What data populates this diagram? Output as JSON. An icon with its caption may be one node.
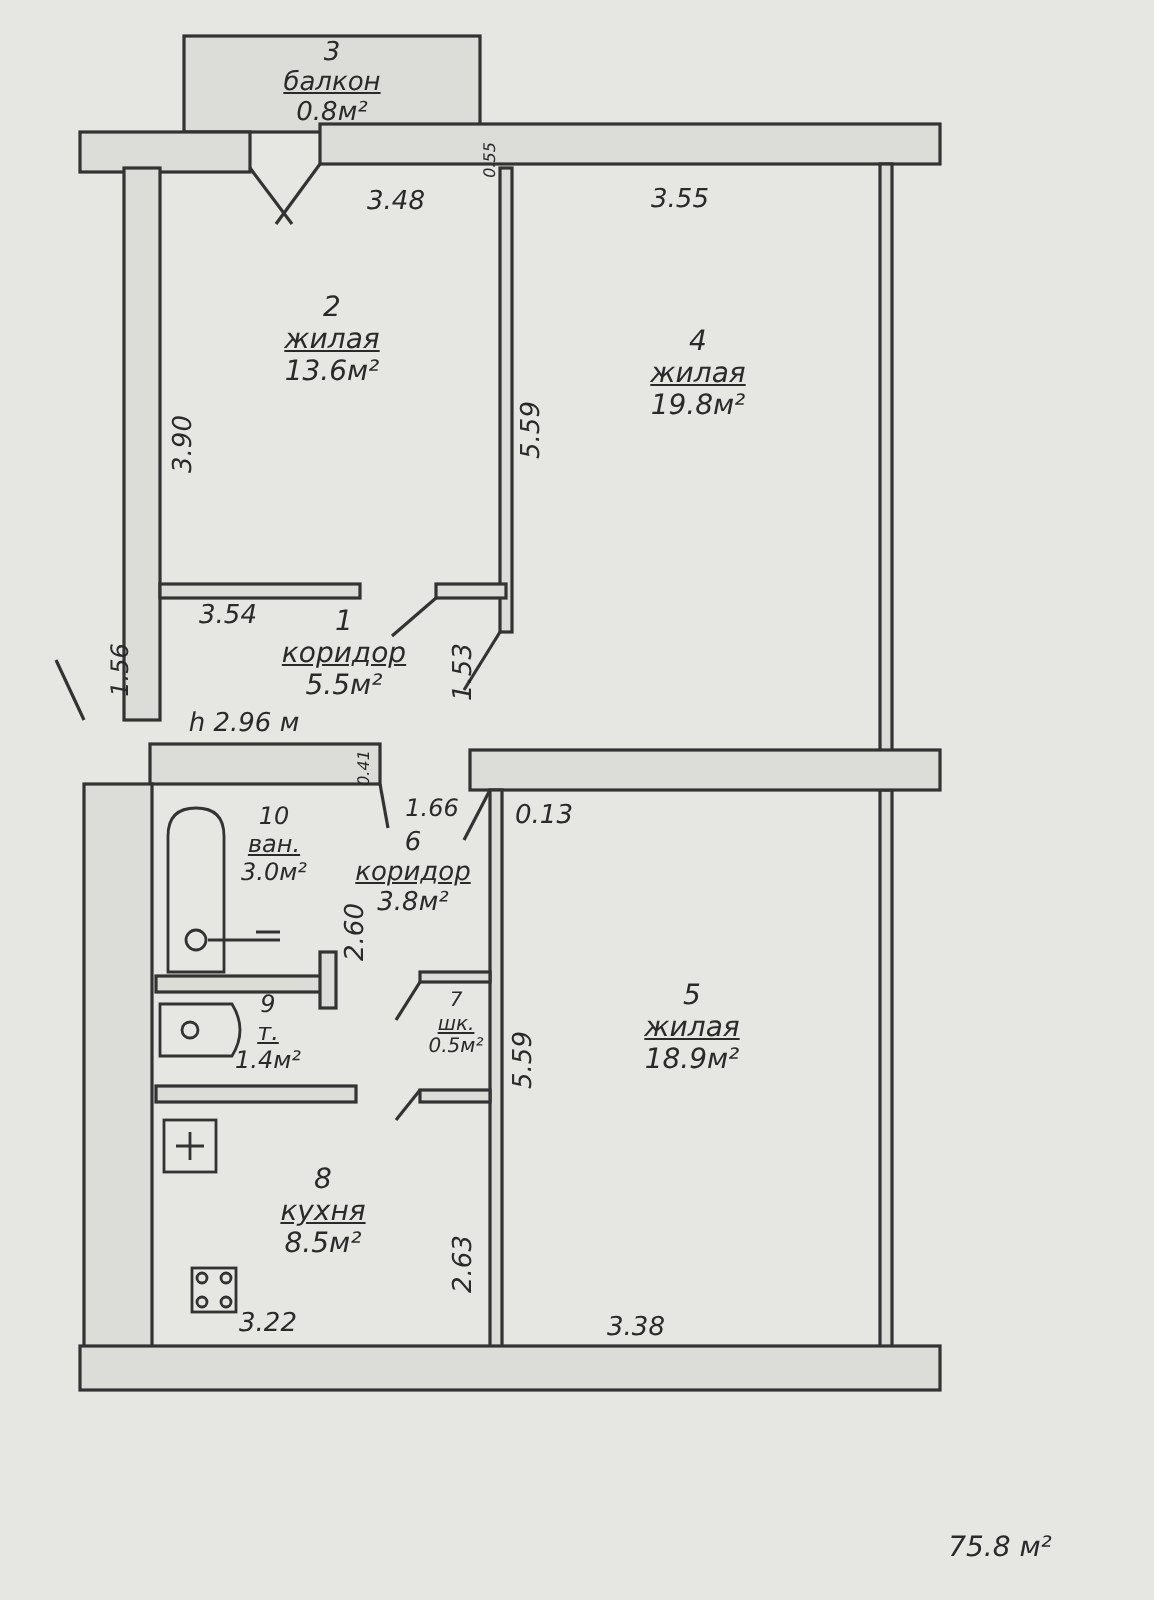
{
  "diagram": {
    "nodes": [
      {
        "text": [
          "3",
          "балкон",
          "0.8м²"
        ]
      },
      {
        "text": [
          "2",
          "жилая",
          "13.6м²"
        ]
      },
      {
        "text": [
          "4",
          "жилая",
          "19.8м²"
        ]
      },
      {
        "text": [
          "1",
          "коридор",
          "5.5м²"
        ]
      },
      {
        "text": [
          "10",
          "ван.",
          "3.0м²"
        ]
      },
      {
        "text": [
          "6",
          "коридор",
          "3.8м²"
        ]
      },
      {
        "text": [
          "9",
          "т.",
          "1.4м²"
        ]
      },
      {
        "text": [
          "7",
          "шк.",
          "0.5м²"
        ]
      },
      {
        "text": [
          "5",
          "жилая",
          "18.9м²"
        ]
      },
      {
        "text": [
          "8",
          "кухня",
          "8.5м²"
        ]
      }
    ],
    "edges": [],
    "labels": [
      "0.55",
      "3.48",
      "3.55",
      "3.90",
      "5.59",
      "3.54",
      "1.56",
      "1.53",
      "h 2.96 м",
      "0.41",
      "1.66",
      "0.13",
      "2.60",
      "5.59",
      "2.63",
      "3.22",
      "3.38",
      "75.8 м²"
    ]
  }
}
